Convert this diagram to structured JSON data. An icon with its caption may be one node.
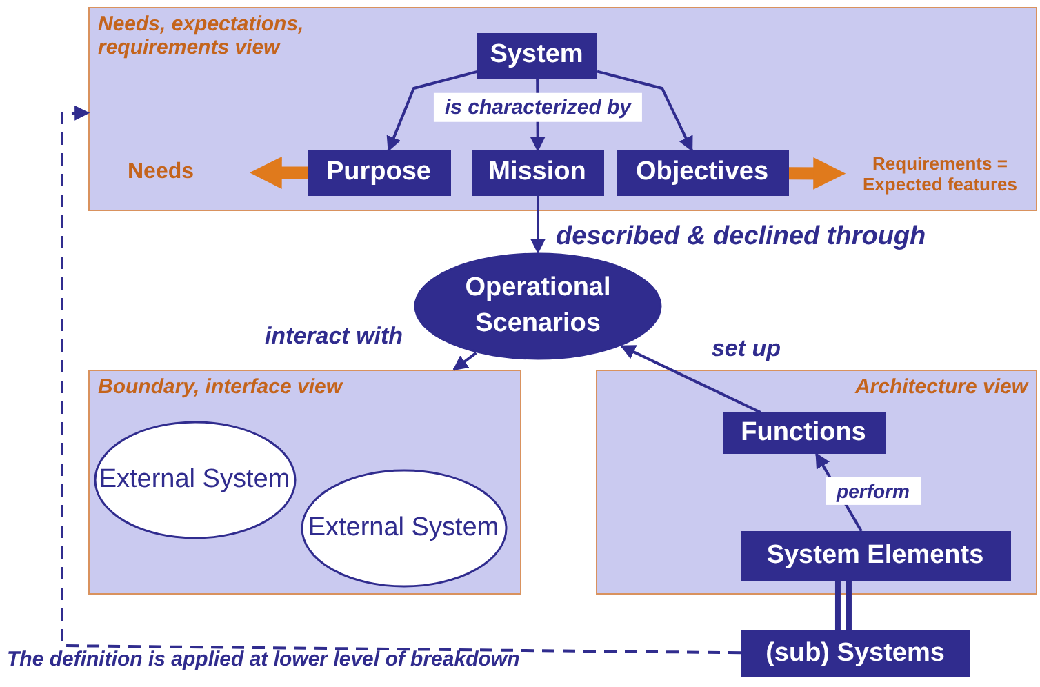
{
  "diagram": {
    "nodes": [
      {
        "text": [
          "Needs, expectations, requirements view"
        ]
      },
      {
        "text": [
          "System"
        ],
        "in": 0
      },
      {
        "text": [
          "Purpose"
        ],
        "in": 0
      },
      {
        "text": [
          "Mission"
        ],
        "in": 0
      },
      {
        "text": [
          "Objectives"
        ],
        "in": 0
      },
      {
        "text": [
          "Needs"
        ],
        "in": 0
      },
      {
        "text": [
          "Requirements = Expected features"
        ],
        "in": 0
      },
      {
        "text": [
          "Operational Scenarios"
        ]
      },
      {
        "text": [
          "Boundary, interface view"
        ]
      },
      {
        "text": [
          "External System"
        ],
        "in": 8
      },
      {
        "text": [
          "External System"
        ],
        "in": 8
      },
      {
        "text": [
          "Architecture view"
        ]
      },
      {
        "text": [
          "Functions"
        ],
        "in": 11
      },
      {
        "text": [
          "System Elements"
        ],
        "in": 11
      },
      {
        "text": [
          "(sub) Systems"
        ]
      }
    ],
    "edges": [
      {
        "from": 1,
        "to": 2,
        "arrow": "to"
      },
      {
        "from": 1,
        "to": 3,
        "arrow": "to",
        "label": "is characterized by"
      },
      {
        "from": 1,
        "to": 4,
        "arrow": "to"
      },
      {
        "from": 2,
        "to": 5,
        "arrow": "to",
        "style": "thick",
        "color": "#e07a1c"
      },
      {
        "from": 4,
        "to": 6,
        "arrow": "to",
        "style": "thick",
        "color": "#e07a1c"
      },
      {
        "from": 3,
        "to": 7,
        "arrow": "to",
        "label": "described & declined through"
      },
      {
        "from": 7,
        "to": 8,
        "arrow": "to",
        "label": "interact with"
      },
      {
        "from": 12,
        "to": 7,
        "arrow": "to",
        "label": "set up"
      },
      {
        "from": 13,
        "to": 12,
        "arrow": "to",
        "label": "perform"
      },
      {
        "from": 14,
        "to": 13,
        "arrow": "none",
        "style": "thick"
      },
      {
        "from": 14,
        "to": 0,
        "arrow": "to",
        "style": "dashed",
        "label": "The definition is applied at lower level of breakdown"
      }
    ]
  }
}
